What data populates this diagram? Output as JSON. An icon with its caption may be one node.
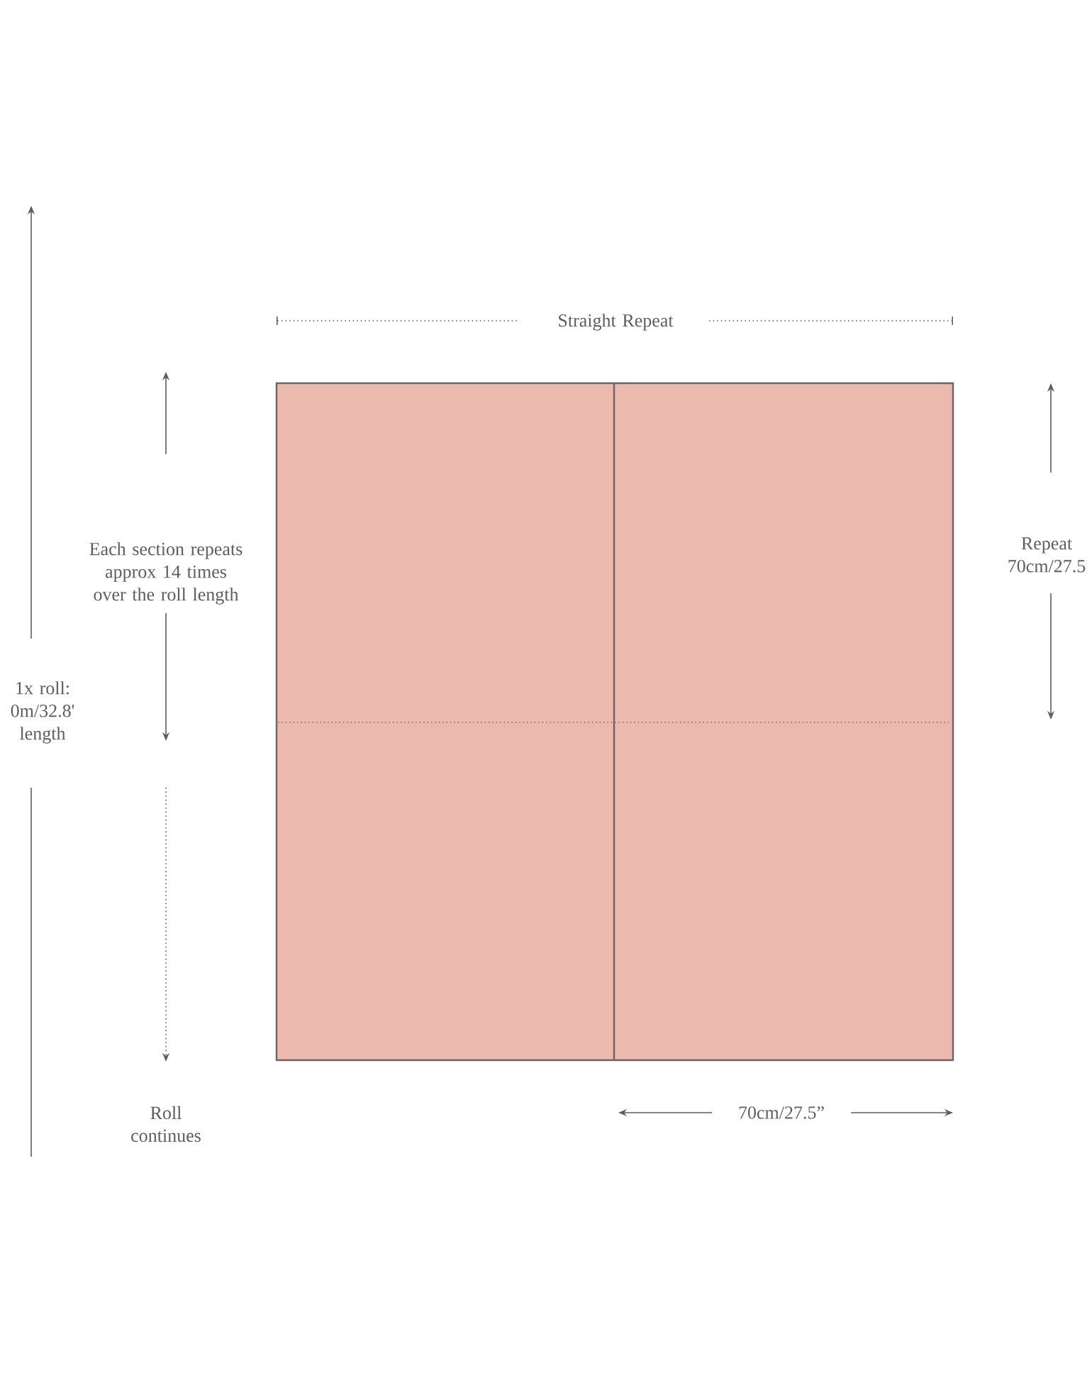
{
  "diagram": {
    "labels": [
      "Straight Repeat",
      "Each section repeats approx 14 times over the roll length",
      "Repeat 70cm/27.5",
      "1x roll: 0m/32.8' length",
      "Roll continues",
      "70cm/27.5”"
    ]
  }
}
